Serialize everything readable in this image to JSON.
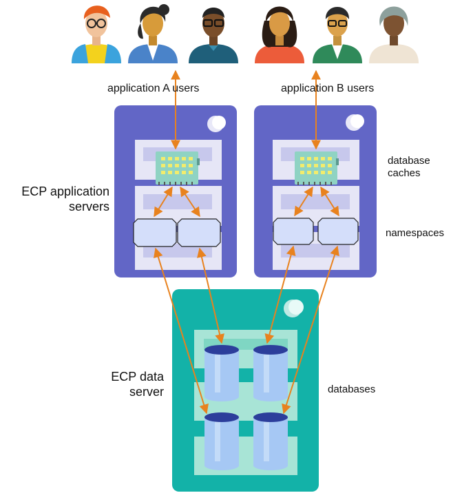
{
  "labels": {
    "app_a_users": "application A users",
    "app_b_users": "application B users",
    "database_caches_1": "database",
    "database_caches_2": "caches",
    "ecp_app_servers_1": "ECP application",
    "ecp_app_servers_2": "servers",
    "namespaces": "namespaces",
    "ecp_data_server_1": "ECP data",
    "ecp_data_server_2": "server",
    "databases": "databases"
  },
  "colors": {
    "app_server": "#6266c6",
    "data_server": "#13b2a8",
    "arrow": "#e8821e",
    "shelf": "#d9d9f3",
    "data_shelf": "#a8e4d6",
    "db_cylinder": "#a6c8f4",
    "db_top": "#2c3e9b",
    "cache_chip": "#8fd3c3",
    "namespace_box": "#d4defa"
  },
  "icons": {
    "users": [
      "user-avatar-icon",
      "user-avatar-icon",
      "user-avatar-icon",
      "user-avatar-icon",
      "user-avatar-icon",
      "user-avatar-icon"
    ],
    "cache": "memory-chip-icon",
    "database": "database-cylinder-icon",
    "power": "power-button-icon"
  }
}
